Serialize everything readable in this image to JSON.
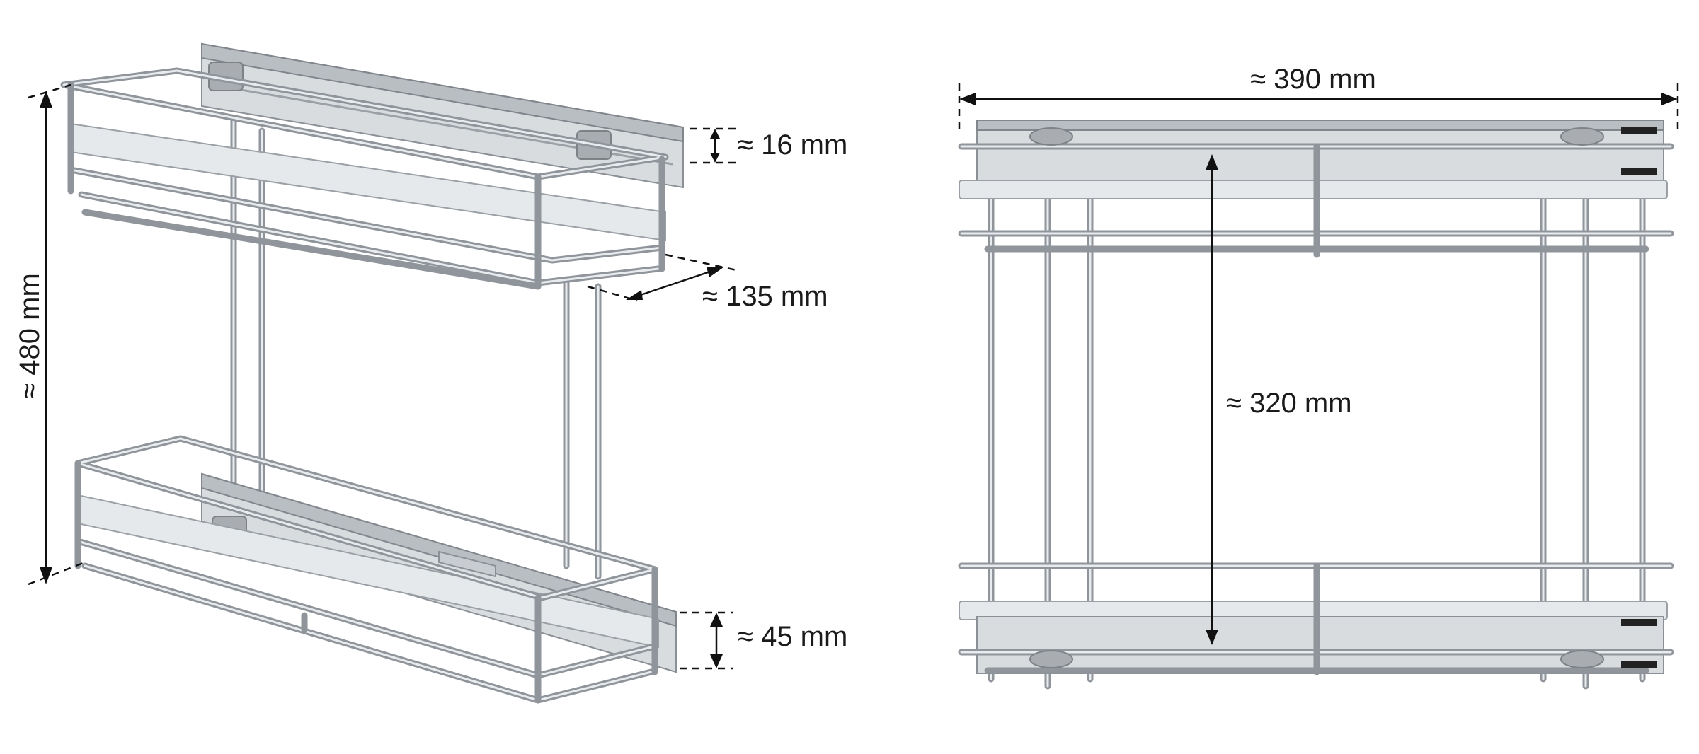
{
  "dimensions": {
    "height": "≈ 480 mm",
    "rail_height": "≈ 16 mm",
    "depth": "≈ 135 mm",
    "bottom_rail_height": "≈ 45 mm",
    "width": "≈ 390 mm",
    "shelf_spacing": "≈ 320 mm"
  },
  "colors": {
    "chrome_dark": "#8f959b",
    "chrome_light": "#e9ecef",
    "rail": "#d8dcdf",
    "text": "#1a1a1a"
  }
}
